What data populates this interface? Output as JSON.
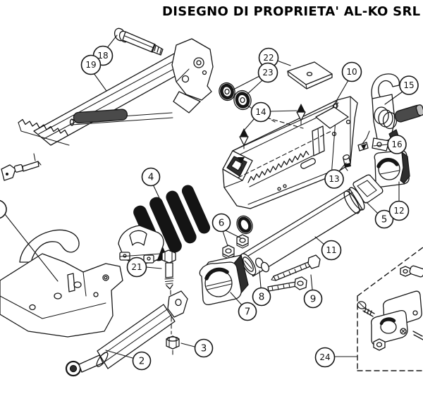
{
  "title": "DISEGNO DI PROPRIETA' AL-KO SRL",
  "colors": {
    "background": "#ffffff",
    "ink": "#161616",
    "dark_shading": "#2e2e2e",
    "grip_gray": "#4a4a4a"
  },
  "diagram": {
    "type": "exploded-parts-drawing",
    "callouts": [
      {
        "label": ""
      },
      {
        "label": "2"
      },
      {
        "label": "3"
      },
      {
        "label": "4"
      },
      {
        "label": "5"
      },
      {
        "label": "6"
      },
      {
        "label": "7"
      },
      {
        "label": "8"
      },
      {
        "label": "9"
      },
      {
        "label": "10"
      },
      {
        "label": "11"
      },
      {
        "label": "12"
      },
      {
        "label": "13"
      },
      {
        "label": "14"
      },
      {
        "label": "15"
      },
      {
        "label": "16"
      },
      {
        "label": "18"
      },
      {
        "label": "19"
      },
      {
        "label": "21"
      },
      {
        "label": "22"
      },
      {
        "label": "23"
      },
      {
        "label": "24"
      }
    ]
  }
}
